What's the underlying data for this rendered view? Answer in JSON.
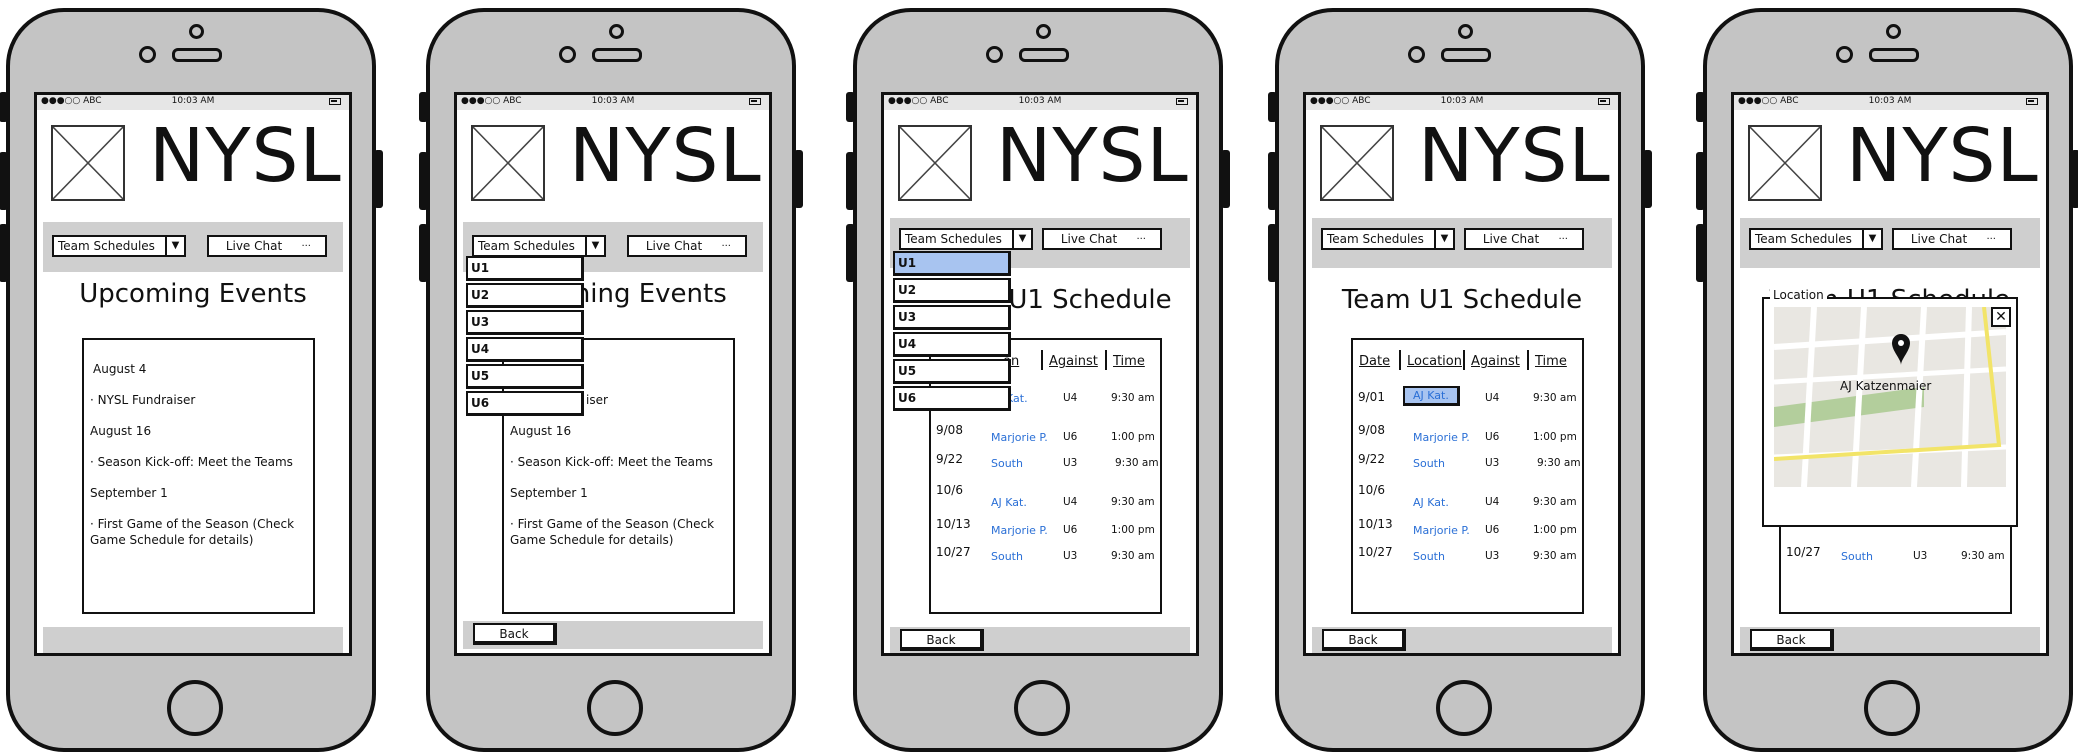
{
  "status": {
    "carrier": "●●●○○ ABC",
    "time": "10:03 AM"
  },
  "brand": "NYSL",
  "nav": {
    "team_schedules": "Team Schedules",
    "live_chat": "Live Chat",
    "chat_more": "..."
  },
  "upcoming": {
    "title": "Upcoming Events",
    "events": [
      "August 4",
      "· NYSL Fundraiser",
      "August 16",
      "· Season Kick-off: Meet the Teams",
      "September 1",
      "· First Game of the Season (Check Game Schedule for details)"
    ],
    "partial_fundraiser": "iser"
  },
  "dropdown": {
    "options": [
      "U1",
      "U2",
      "U3",
      "U4",
      "U5",
      "U6"
    ],
    "selected": "U1"
  },
  "back": "Back",
  "schedule": {
    "title": "Team U1 Schedule",
    "partial_title": "U1 Schedule",
    "headers": {
      "date": "Date",
      "location": "Location",
      "against": "Against",
      "time": "Time"
    },
    "partial_header_location": "on",
    "rows": [
      {
        "date": "9/01",
        "location": "AJ Kat.",
        "against": "U4",
        "time": "9:30 am"
      },
      {
        "date": "9/08",
        "location": "Marjorie P.",
        "against": "U6",
        "time": "1:00 pm"
      },
      {
        "date": "9/22",
        "location": "South",
        "against": "U3",
        "time": "9:30 am"
      },
      {
        "date": "10/6",
        "location": "AJ Kat.",
        "against": "U4",
        "time": "9:30 am"
      },
      {
        "date": "10/13",
        "location": "Marjorie P.",
        "against": "U6",
        "time": "1:00 pm"
      },
      {
        "date": "10/27",
        "location": "South",
        "against": "U3",
        "time": "9:30 am"
      }
    ],
    "partial_row_loc": "Kat."
  },
  "map": {
    "legend": "Location",
    "place": "AJ Katzenmaier",
    "close": "✕"
  }
}
